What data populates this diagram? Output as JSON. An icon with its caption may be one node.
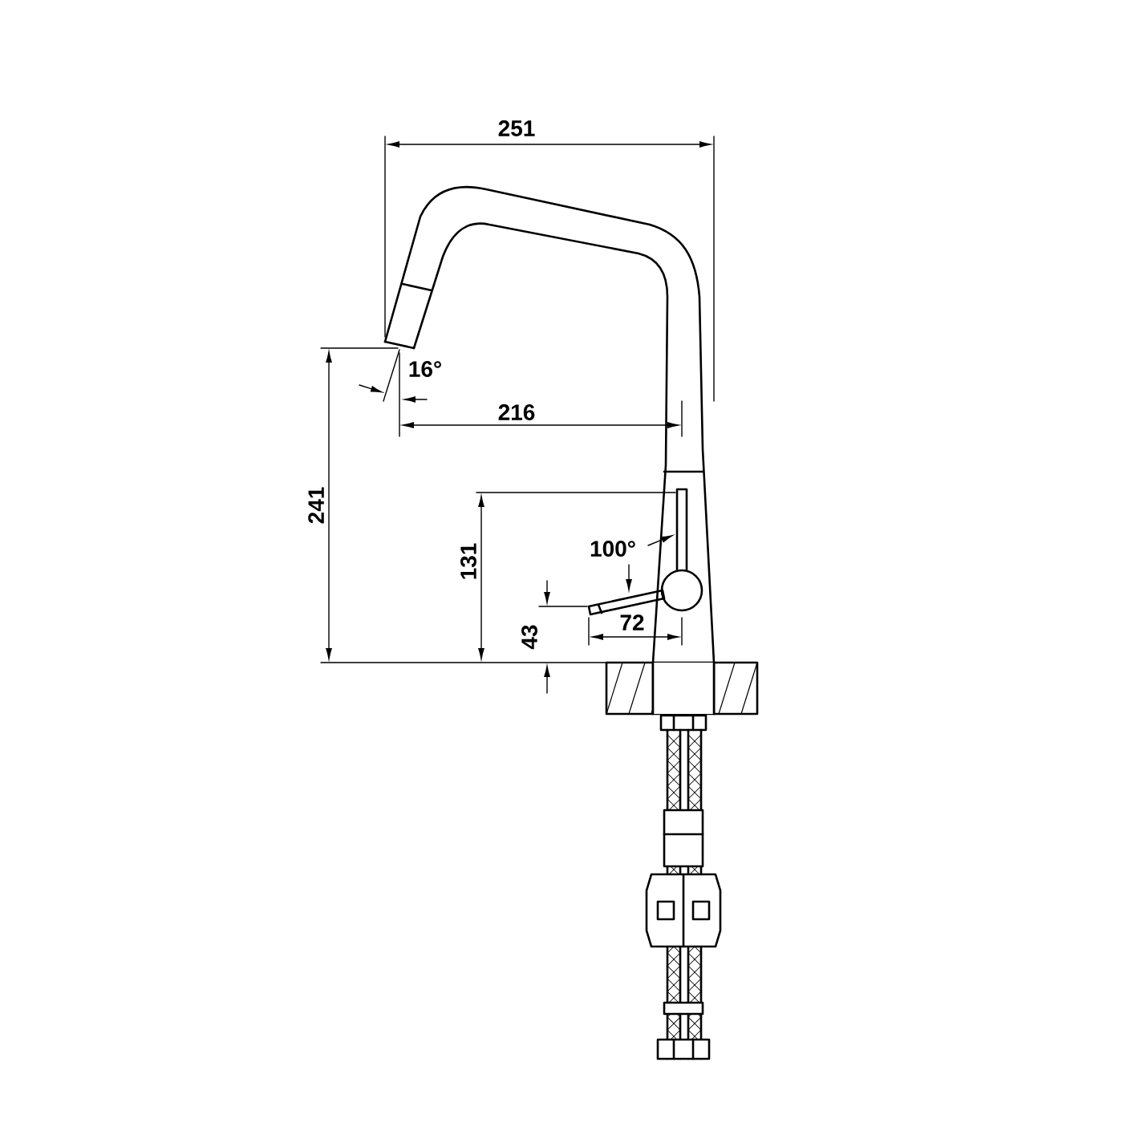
{
  "diagram": {
    "labels": [
      "251",
      "16°",
      "216",
      "241",
      "131",
      "100°",
      "72",
      "43"
    ]
  }
}
